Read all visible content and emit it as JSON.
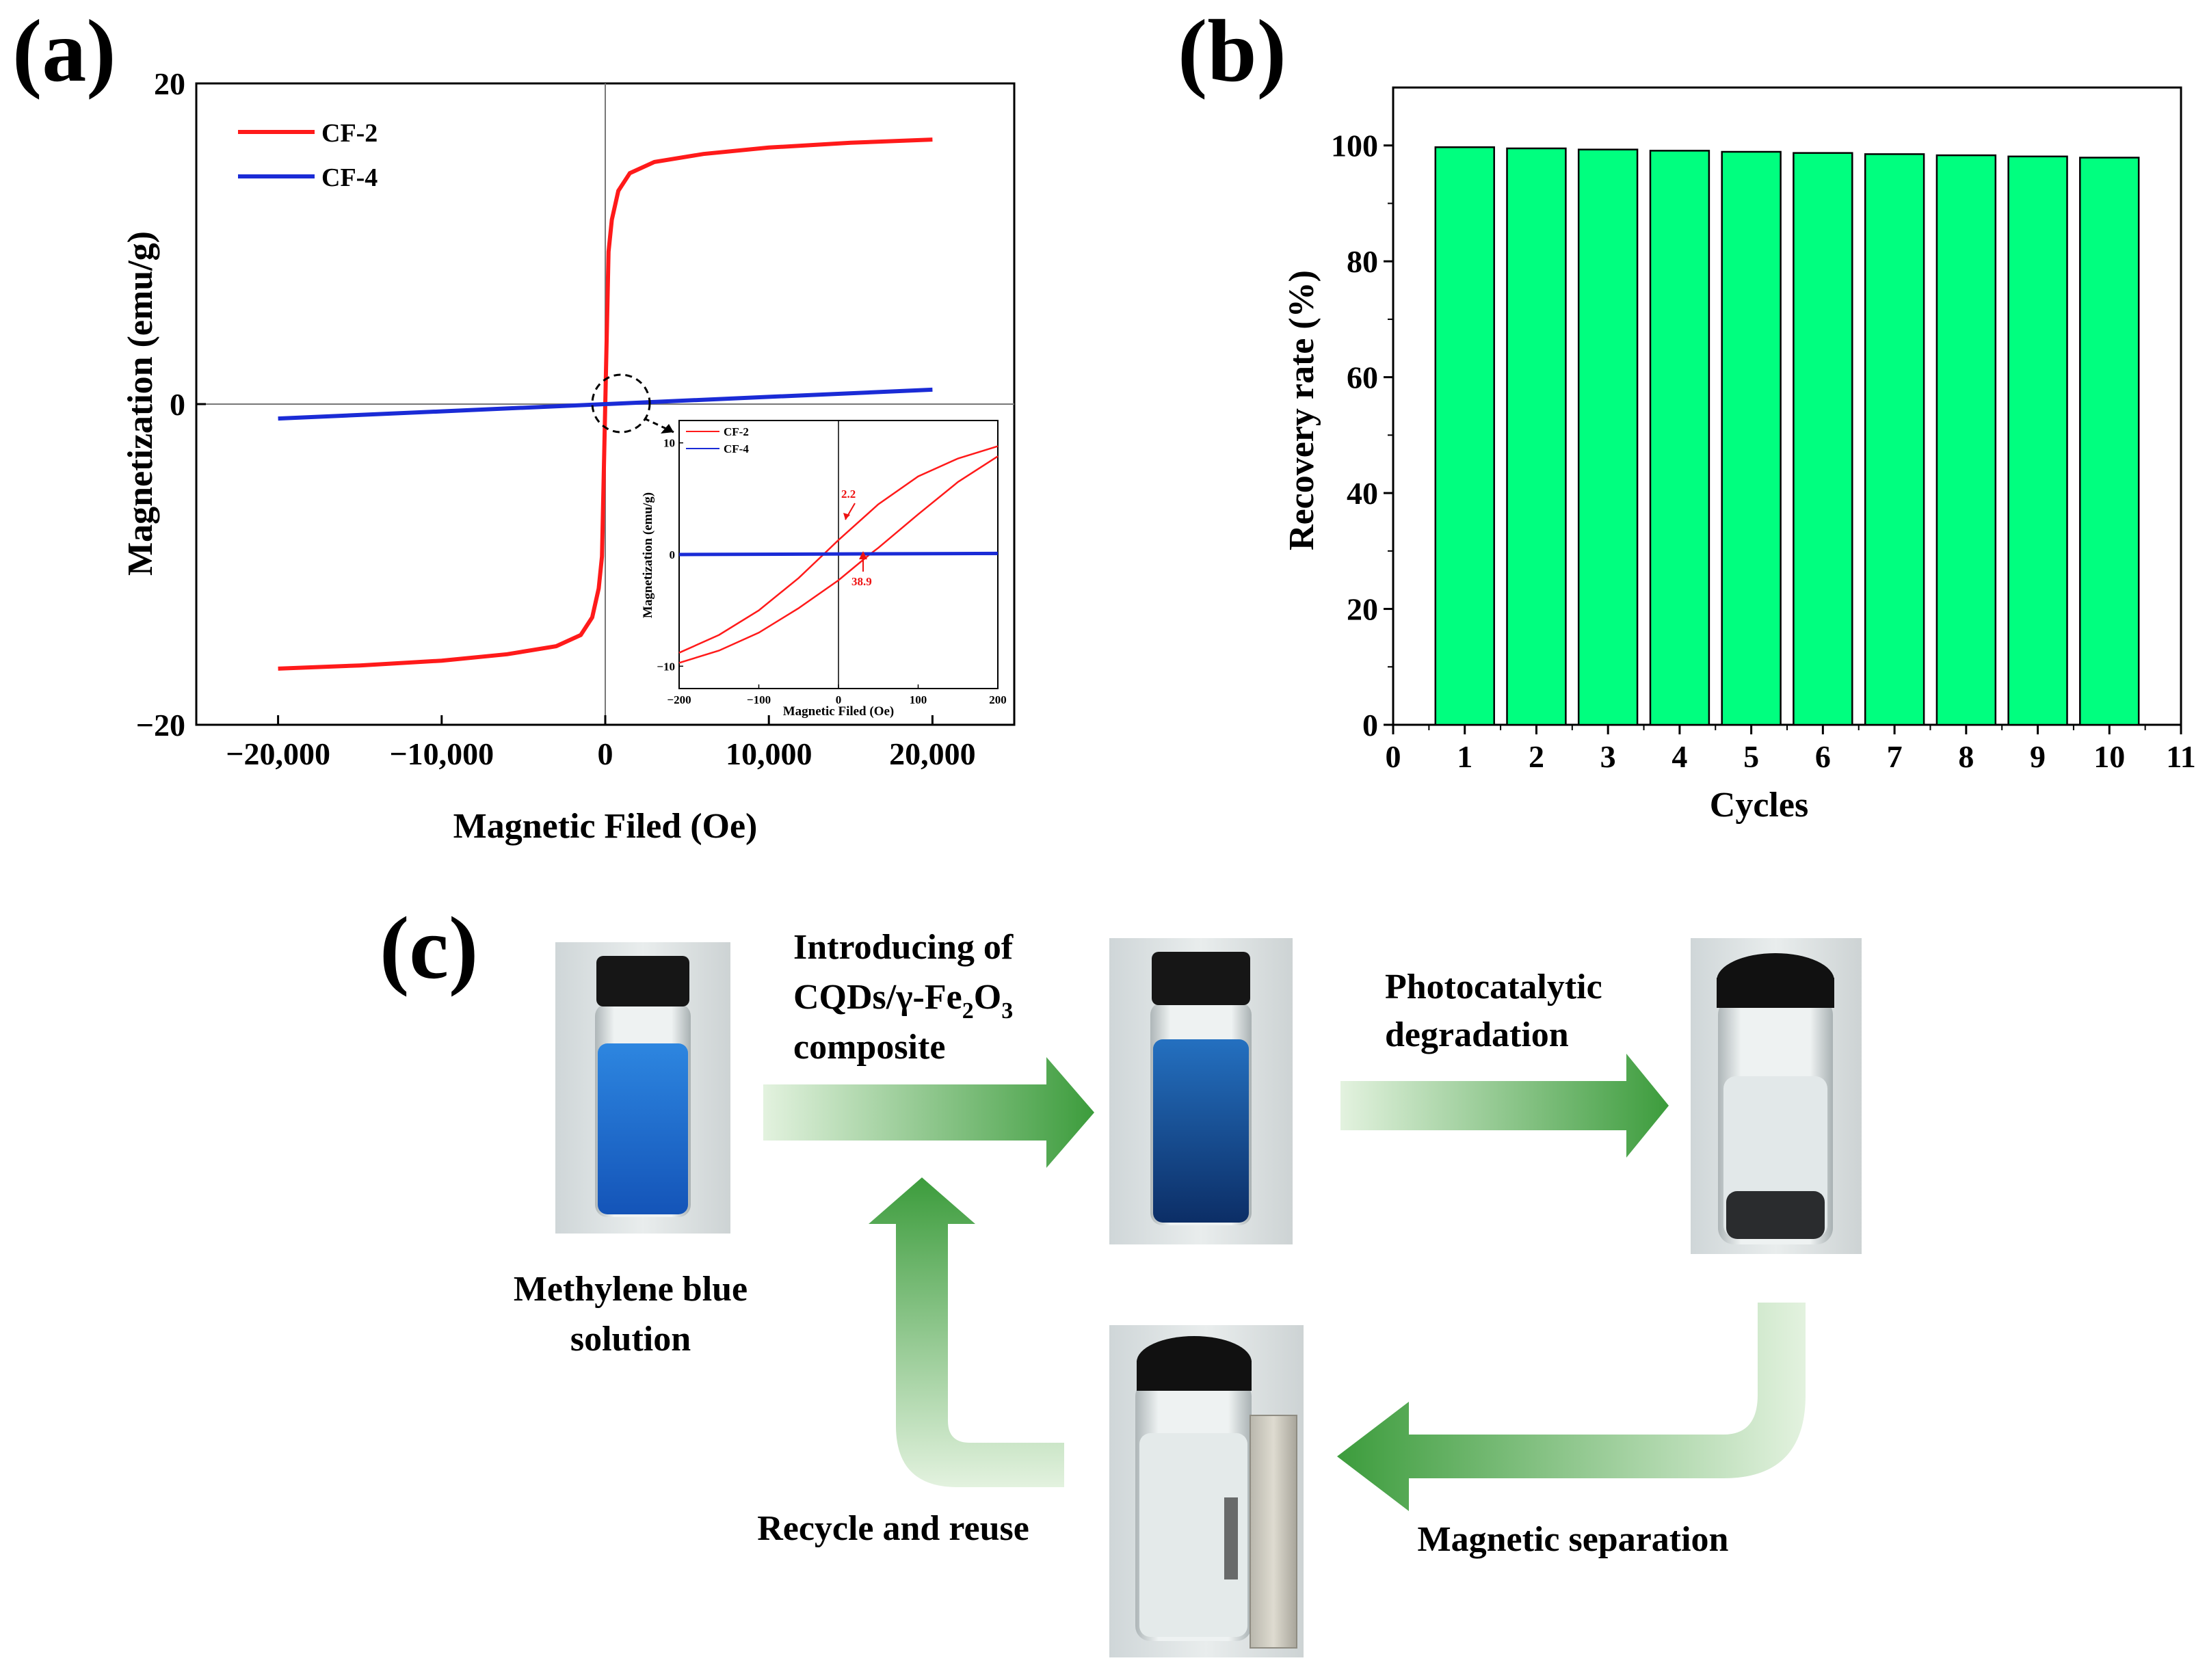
{
  "panels": {
    "a": {
      "label": "(a)"
    },
    "b": {
      "label": "(b)"
    },
    "c": {
      "label": "(c)"
    }
  },
  "chart_data": [
    {
      "id": "a",
      "type": "line",
      "xlabel": "Magnetic Filed (Oe)",
      "ylabel": "Magnetization (emu/g)",
      "xlim": [
        -25000,
        25000
      ],
      "ylim": [
        -20,
        20
      ],
      "xticks": [
        -20000,
        -10000,
        0,
        10000,
        20000
      ],
      "xtick_labels": [
        "−20,000",
        "−10,000",
        "0",
        "10,000",
        "20,000"
      ],
      "yticks": [
        -20,
        0,
        20
      ],
      "ytick_labels": [
        "−20",
        "0",
        "20"
      ],
      "legend": "top-left",
      "series": [
        {
          "name": "CF-2",
          "color": "#ff1a1a",
          "x": [
            -20000,
            -15000,
            -10000,
            -6000,
            -3000,
            -1500,
            -800,
            -400,
            -200,
            0,
            200,
            400,
            800,
            1500,
            3000,
            6000,
            10000,
            15000,
            20000
          ],
          "y": [
            -16.5,
            -16.3,
            -16.0,
            -15.6,
            -15.1,
            -14.4,
            -13.3,
            -11.5,
            -9.5,
            0,
            9.5,
            11.5,
            13.3,
            14.4,
            15.1,
            15.6,
            16.0,
            16.3,
            16.5
          ]
        },
        {
          "name": "CF-4",
          "color": "#1a2bd6",
          "x": [
            -20000,
            -10000,
            0,
            10000,
            20000
          ],
          "y": [
            -0.9,
            -0.45,
            0,
            0.45,
            0.9
          ]
        }
      ],
      "inset": {
        "xlabel": "Magnetic Filed (Oe)",
        "ylabel": "Magnetization (emu/g)",
        "xlim": [
          -200,
          200
        ],
        "ylim": [
          -12,
          12
        ],
        "xticks": [
          -200,
          -100,
          0,
          100,
          200
        ],
        "xtick_labels": [
          "−200",
          "−100",
          "0",
          "100",
          "200"
        ],
        "yticks": [
          -10,
          0,
          10
        ],
        "ytick_labels": [
          "−10",
          "0",
          "10"
        ],
        "annotations": [
          "2.2",
          "38.9"
        ],
        "series": [
          {
            "name": "CF-2",
            "color": "#ff1a1a",
            "x": [
              -200,
              -150,
              -100,
              -50,
              -19,
              0,
              50,
              100,
              150,
              200
            ],
            "y": [
              -8.8,
              -7.2,
              -5.0,
              -2.1,
              0,
              1.3,
              4.5,
              7.0,
              8.6,
              9.7
            ]
          },
          {
            "name": "CF-2",
            "color": "#ff1a1a",
            "x": [
              -200,
              -150,
              -100,
              -50,
              0,
              39,
              50,
              100,
              150,
              200
            ],
            "y": [
              -9.7,
              -8.6,
              -7.0,
              -4.8,
              -2.3,
              0,
              0.6,
              3.6,
              6.5,
              8.8
            ]
          },
          {
            "name": "CF-4",
            "color": "#1a2bd6",
            "x": [
              -200,
              200
            ],
            "y": [
              0,
              0.1
            ]
          }
        ]
      }
    },
    {
      "id": "b",
      "type": "bar",
      "xlabel": "Cycles",
      "ylabel": "Recovery rate (%)",
      "xlim": [
        0,
        11
      ],
      "ylim": [
        0,
        110
      ],
      "xticks": [
        0,
        1,
        2,
        3,
        4,
        5,
        6,
        7,
        8,
        9,
        10,
        11
      ],
      "yticks": [
        0,
        20,
        40,
        60,
        80,
        100
      ],
      "categories": [
        "1",
        "2",
        "3",
        "4",
        "5",
        "6",
        "7",
        "8",
        "9",
        "10"
      ],
      "values": [
        99.7,
        99.5,
        99.3,
        99.1,
        98.9,
        98.7,
        98.5,
        98.3,
        98.1,
        97.9
      ],
      "color": "#00ff7f"
    }
  ],
  "diagram_c": {
    "step1_label": "Introducing of",
    "step1_formula": {
      "a": "CQDs/γ-Fe",
      "b": "2",
      "c": "O",
      "d": "3"
    },
    "step1_label_3": "composite",
    "step2_label_1": "Photocatalytic",
    "step2_label_2": "degradation",
    "step3_label": "Magnetic separation",
    "step4_label": "Recycle and reuse",
    "start_label_1": "Methylene blue",
    "start_label_2": "solution",
    "colors": {
      "arrow_dark": "#3a9a3a",
      "arrow_light": "#d8eed4",
      "blue_liquid": "#1f6fd0",
      "clear_liquid": "#e6ecec",
      "cap": "#161616"
    }
  }
}
